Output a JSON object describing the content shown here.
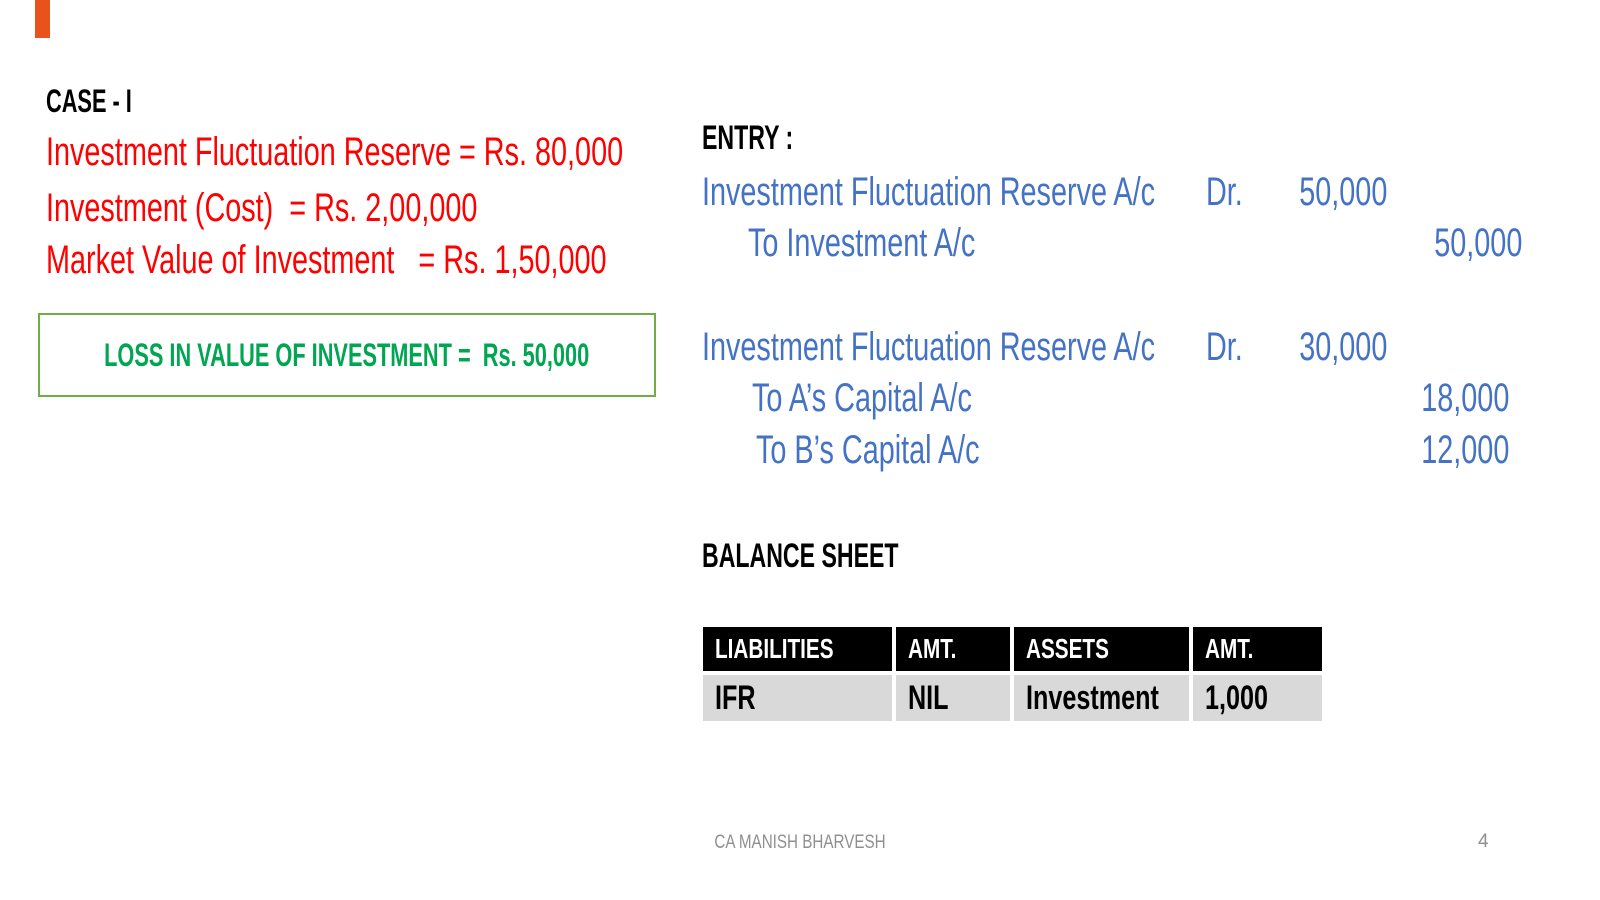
{
  "slide": {
    "footer": "CA MANISH BHARVESH",
    "page_number": "4"
  },
  "left": {
    "heading": "CASE - I",
    "facts": [
      "Investment Fluctuation Reserve = Rs. 80,000",
      "Investment (Cost)  = Rs. 2,00,000",
      "Market Value of Investment   = Rs. 1,50,000"
    ],
    "loss_box_text": "LOSS IN VALUE OF INVESTMENT =  Rs. 50,000"
  },
  "entry": {
    "heading": "ENTRY :",
    "entries": [
      {
        "debit_account": "Investment Fluctuation Reserve A/c",
        "dr_label": "Dr.",
        "debit_amount": "50,000",
        "credits": [
          {
            "account": "To Investment A/c",
            "amount": "50,000"
          }
        ]
      },
      {
        "debit_account": "Investment Fluctuation Reserve A/c",
        "dr_label": "Dr.",
        "debit_amount": "30,000",
        "credits": [
          {
            "account": "To A’s Capital A/c",
            "amount": "18,000"
          },
          {
            "account": "To B’s Capital A/c",
            "amount": "12,000"
          }
        ]
      }
    ]
  },
  "balance_sheet": {
    "heading": "BALANCE SHEET",
    "table": {
      "headers": [
        "LIABILITIES",
        "AMT.",
        "ASSETS",
        "AMT."
      ],
      "rows": [
        [
          "IFR",
          "NIL",
          "Investment",
          "1,000"
        ]
      ]
    }
  },
  "colors": {
    "fact_text": "#FF0000",
    "entry_text": "#4472C4",
    "loss_text": "#00A651",
    "loss_border": "#70AD47",
    "table_header_bg": "#000000",
    "table_header_text": "#FFFFFF",
    "table_row_bg": "#D9D9D9",
    "accent_bar": "#E8531D",
    "footer_text": "#8F8F8F"
  }
}
